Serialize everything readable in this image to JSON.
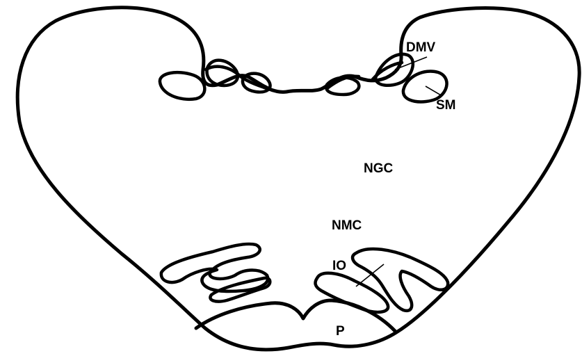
{
  "labels": {
    "dmv": "DMV",
    "sm": "SM",
    "ngc": "NGC",
    "nmc": "NMC",
    "io": "IO",
    "p": "P"
  },
  "colors": {
    "stroke": "#000000",
    "background": "#ffffff"
  }
}
